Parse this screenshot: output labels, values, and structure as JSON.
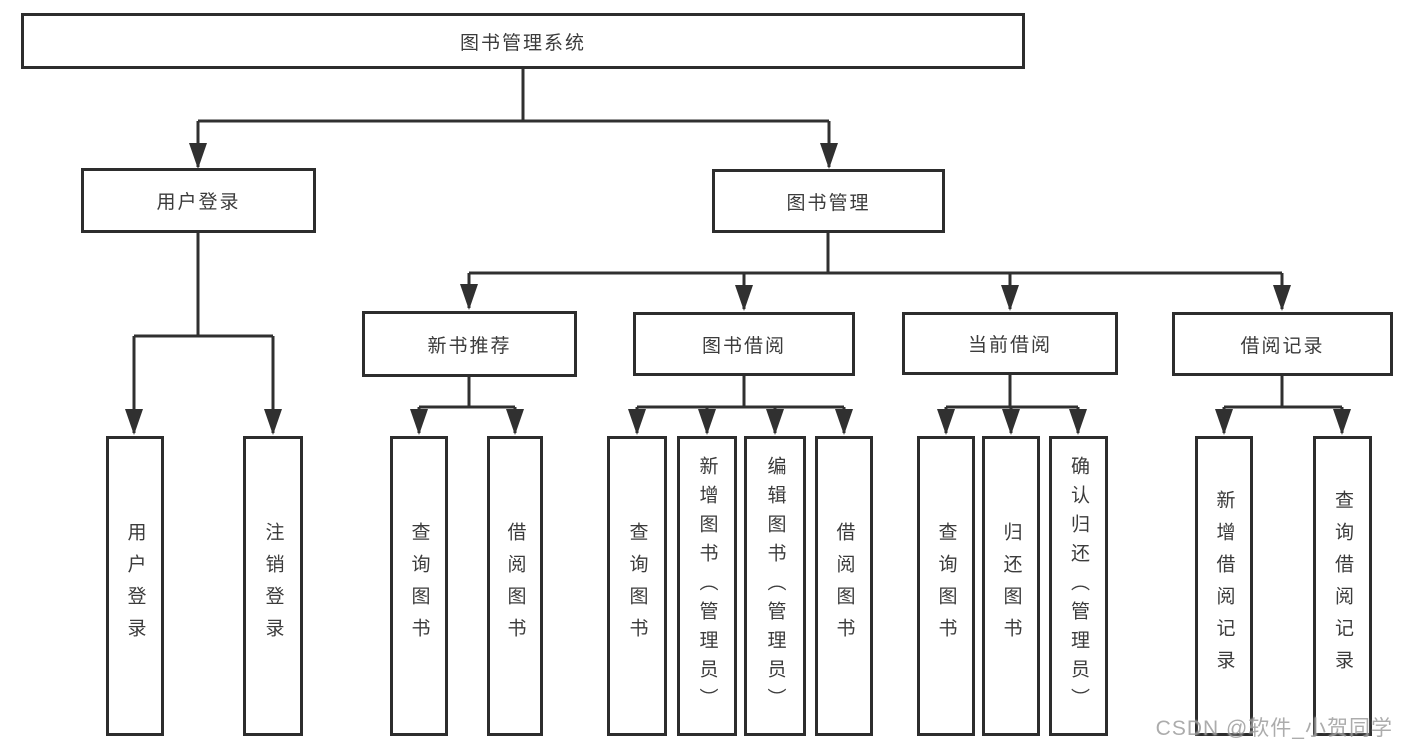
{
  "colors": {
    "line": "#303030",
    "border": "#2d2d2d",
    "text": "#3b3b3b",
    "watermark": "#9e9e9e"
  },
  "watermark": {
    "text": "CSDN @软件_小贺同学"
  },
  "tree": {
    "root": {
      "label": "图书管理系统"
    },
    "branches": [
      {
        "label": "用户登录",
        "children": [
          {
            "label": "用户登录"
          },
          {
            "label": "注销登录"
          }
        ]
      },
      {
        "label": "图书管理",
        "children": [
          {
            "label": "新书推荐",
            "children": [
              {
                "label": "查询图书"
              },
              {
                "label": "借阅图书"
              }
            ]
          },
          {
            "label": "图书借阅",
            "children": [
              {
                "label": "查询图书"
              },
              {
                "label": "新增图书（管理员）"
              },
              {
                "label": "编辑图书（管理员）"
              },
              {
                "label": "借阅图书"
              }
            ]
          },
          {
            "label": "当前借阅",
            "children": [
              {
                "label": "查询图书"
              },
              {
                "label": "归还图书"
              },
              {
                "label": "确认归还（管理员）"
              }
            ]
          },
          {
            "label": "借阅记录",
            "children": [
              {
                "label": "新增借阅记录"
              },
              {
                "label": "查询借阅记录"
              }
            ]
          }
        ]
      }
    ]
  }
}
